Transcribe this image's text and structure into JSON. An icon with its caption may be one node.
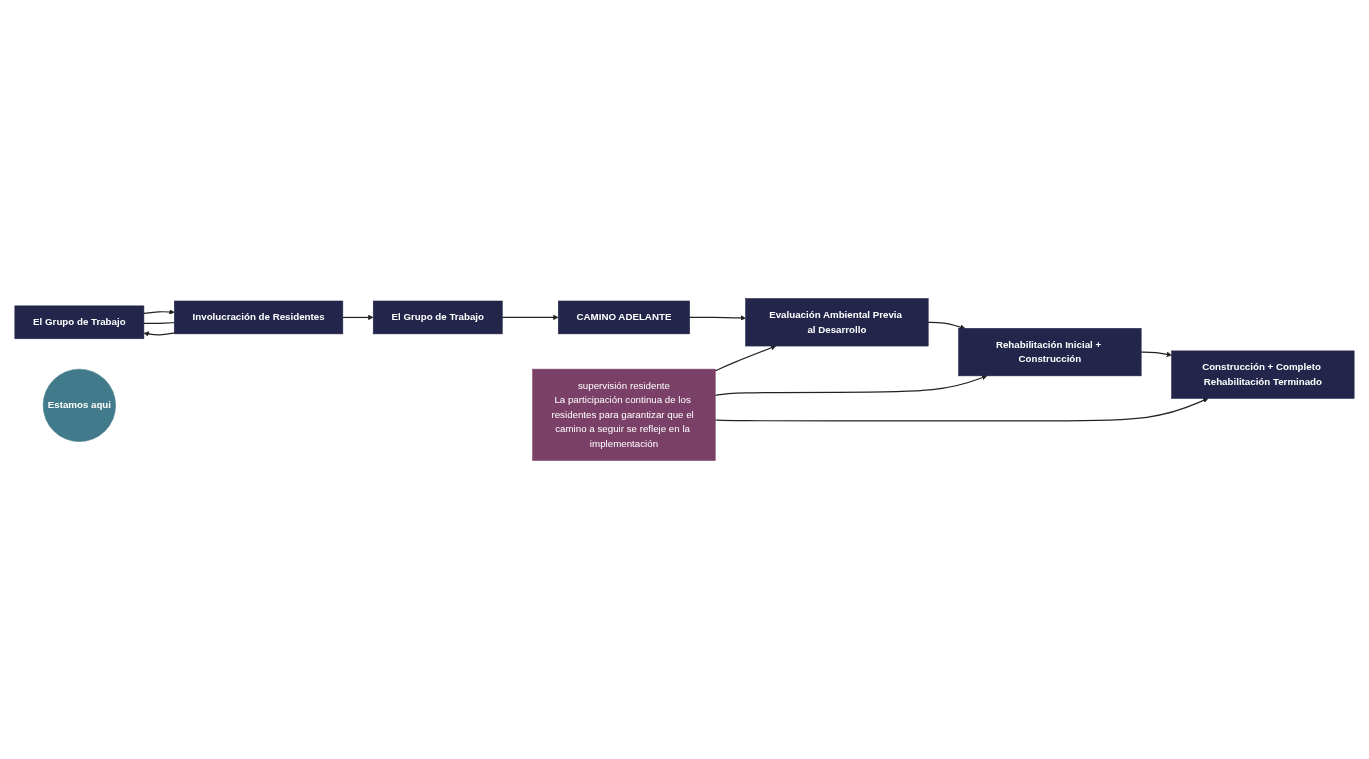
{
  "diagram": {
    "nodes": [
      {
        "text": [
          "El Grupo de Trabajo"
        ]
      },
      {
        "text": [
          "Involucración de Residentes"
        ]
      },
      {
        "text": [
          "Estamos aqui"
        ]
      },
      {
        "text": [
          "El Grupo de Trabajo"
        ]
      },
      {
        "text": [
          "CAMINO ADELANTE"
        ]
      },
      {
        "text": [
          "supervisión residente",
          "La participación continua de los residentes para garantizar que el camino a seguir se refleje en la implementación"
        ]
      },
      {
        "text": [
          "Evaluación Ambiental Previa al Desarrollo"
        ]
      },
      {
        "text": [
          "Rehabilitación Inicial + Construcción"
        ]
      },
      {
        "text": [
          "Construcción + Completo Rehabilitación Terminado"
        ]
      }
    ],
    "edges": [
      {
        "from": 0,
        "to": 1,
        "arrow": "to"
      },
      {
        "from": 0,
        "to": 1,
        "arrow": "none"
      },
      {
        "from": 1,
        "to": 0,
        "arrow": "to"
      },
      {
        "from": 1,
        "to": 3,
        "arrow": "to"
      },
      {
        "from": 3,
        "to": 4,
        "arrow": "to"
      },
      {
        "from": 4,
        "to": 6,
        "arrow": "to"
      },
      {
        "from": 6,
        "to": 7,
        "arrow": "to"
      },
      {
        "from": 7,
        "to": 8,
        "arrow": "to"
      },
      {
        "from": 5,
        "to": 6,
        "arrow": "to"
      },
      {
        "from": 5,
        "to": 7,
        "arrow": "to"
      },
      {
        "from": 5,
        "to": 8,
        "arrow": "to"
      }
    ]
  }
}
